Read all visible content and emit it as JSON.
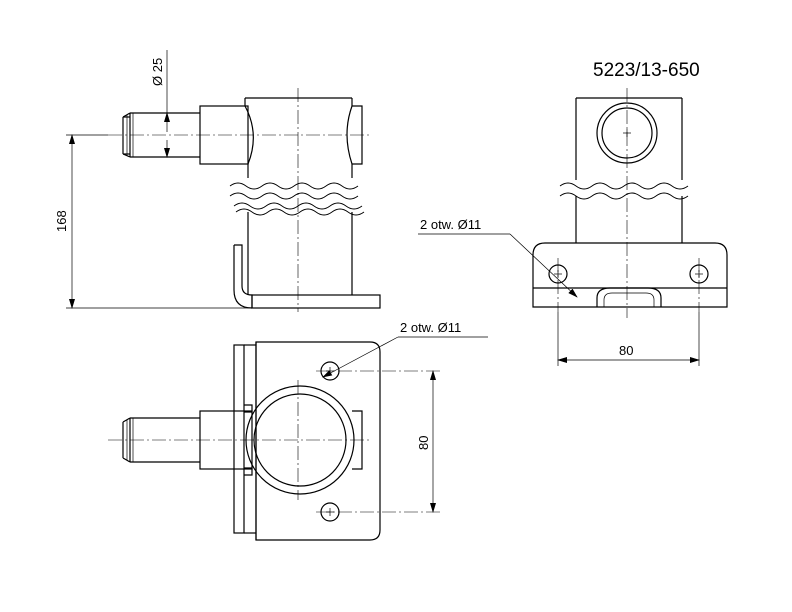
{
  "title": "5223/13-650",
  "dimensions": {
    "pipe_diameter": "Ø 25",
    "height": "168",
    "holes_side": "2 otw. Ø11",
    "holes_top": "2 otw. Ø11",
    "spacing_side": "80",
    "spacing_top": "80"
  }
}
